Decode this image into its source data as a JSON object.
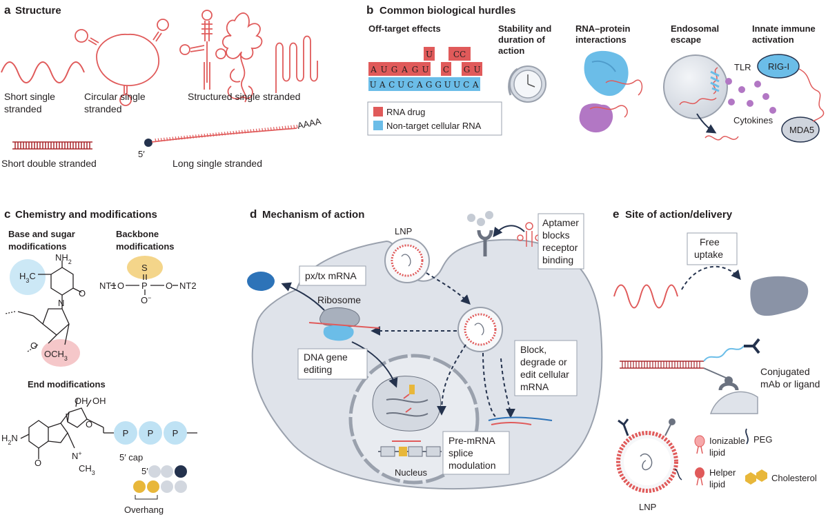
{
  "colors": {
    "rna_red": "#e05a5a",
    "rna_blue": "#6bbde8",
    "cell_gray": "#dfe3ea",
    "cell_stroke": "#9aa1ad",
    "navy": "#24324d",
    "gold": "#e8b73a",
    "purple": "#b277c4",
    "liver": "#8a93a6"
  },
  "panel_a": {
    "letter": "a",
    "title": "Structure",
    "labels": {
      "short_ss_1": "Short single",
      "short_ss_2": "stranded",
      "circ_1": "Circular single",
      "circ_2": "stranded",
      "structured": "Structured single stranded",
      "short_ds": "Short double stranded",
      "long_ss": "Long single stranded",
      "five_prime": "5′",
      "polya": "AAAA"
    }
  },
  "panel_b": {
    "letter": "b",
    "title": "Common biological hurdles",
    "col1": "Off-target effects",
    "col2_1": "Stability and",
    "col2_2": "duration of",
    "col2_3": "action",
    "col3": "RNA–protein",
    "col3_2": "interactions",
    "col4_1": "Endosomal",
    "col4_2": "escape",
    "col5_1": "Innate immune",
    "col5_2": "activation",
    "top_seq": [
      "U",
      "CC"
    ],
    "drug_seq": [
      "A",
      "U",
      "G",
      "A",
      "G",
      "U",
      "",
      "C",
      "",
      "G",
      "U"
    ],
    "target_seq": [
      "U",
      "A",
      "C",
      "U",
      "C",
      "A",
      "G",
      "G",
      "U",
      "U",
      "C",
      "A"
    ],
    "legend_drug": "RNA drug",
    "legend_target": "Non-target cellular RNA",
    "tlr": "TLR",
    "rigi": "RIG-I",
    "cytokines": "Cytokines",
    "mda5": "MDA5"
  },
  "panel_c": {
    "letter": "c",
    "title": "Chemistry and modifications",
    "base_sugar_1": "Base and sugar",
    "base_sugar_2": "modifications",
    "backbone_1": "Backbone",
    "backbone_2": "modifications",
    "end_mods": "End modifications",
    "nh2": "NH",
    "h3c": "H",
    "och3": "OCH",
    "o": "O",
    "n": "N",
    "s": "S",
    "p": "P",
    "nt1": "NT1",
    "nt2": "NT2",
    "ominus": "O",
    "oh": "OH",
    "ch3": "CH",
    "five_cap": "5′ cap",
    "five_prime": "5′",
    "overhang": "Overhang",
    "p_circles": [
      "P",
      "P",
      "P"
    ]
  },
  "panel_d": {
    "letter": "d",
    "title": "Mechanism of action",
    "lnp": "LNP",
    "aptamer_1": "Aptamer",
    "aptamer_2": "blocks",
    "aptamer_3": "receptor",
    "aptamer_4": "binding",
    "pxtx": "px/tx mRNA",
    "ribosome": "Ribosome",
    "dna_1": "DNA gene",
    "dna_2": "editing",
    "block_1": "Block,",
    "block_2": "degrade or",
    "block_3": "edit cellular",
    "block_4": "mRNA",
    "splice_1": "Pre-mRNA",
    "splice_2": "splice",
    "splice_3": "modulation",
    "nucleus": "Nucleus"
  },
  "panel_e": {
    "letter": "e",
    "title": "Site of action/delivery",
    "free_1": "Free",
    "free_2": "uptake",
    "conj_1": "Conjugated",
    "conj_2": "mAb or ligand",
    "ionizable_1": "Ionizable",
    "ionizable_2": "lipid",
    "peg": "PEG",
    "helper_1": "Helper",
    "helper_2": "lipid",
    "cholesterol": "Cholesterol",
    "lnp": "LNP"
  }
}
